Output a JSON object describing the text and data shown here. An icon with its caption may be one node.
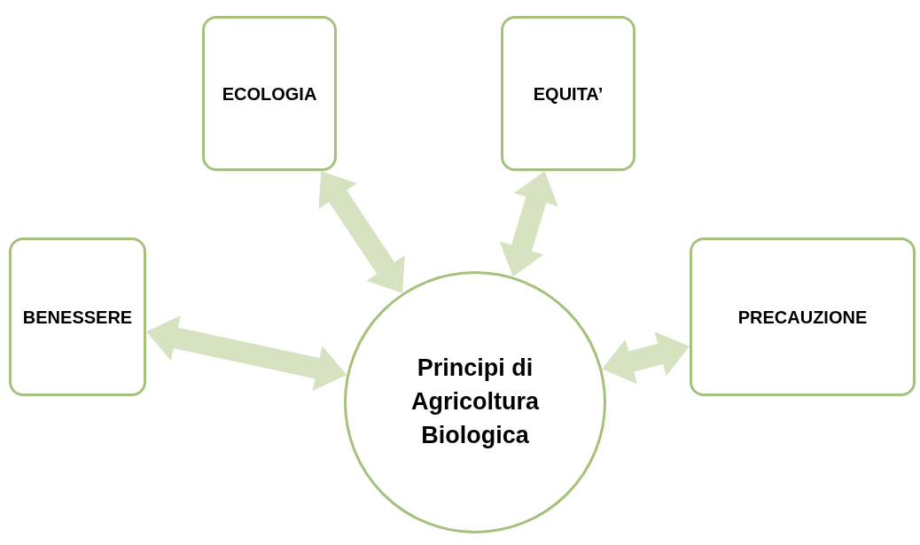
{
  "diagram": {
    "nodes": [
      {
        "text": [
          "ECOLOGIA"
        ]
      },
      {
        "text": [
          "EQUITA’"
        ]
      },
      {
        "text": [
          "BENESSERE"
        ]
      },
      {
        "text": [
          "PRECAUZIONE"
        ]
      },
      {
        "text": [
          "Principi di Agricoltura Biologica"
        ]
      }
    ],
    "edges": [
      {
        "from": 4,
        "to": 0,
        "arrow": "both"
      },
      {
        "from": 4,
        "to": 1,
        "arrow": "both"
      },
      {
        "from": 4,
        "to": 2,
        "arrow": "both"
      },
      {
        "from": 4,
        "to": 3,
        "arrow": "both"
      }
    ]
  }
}
